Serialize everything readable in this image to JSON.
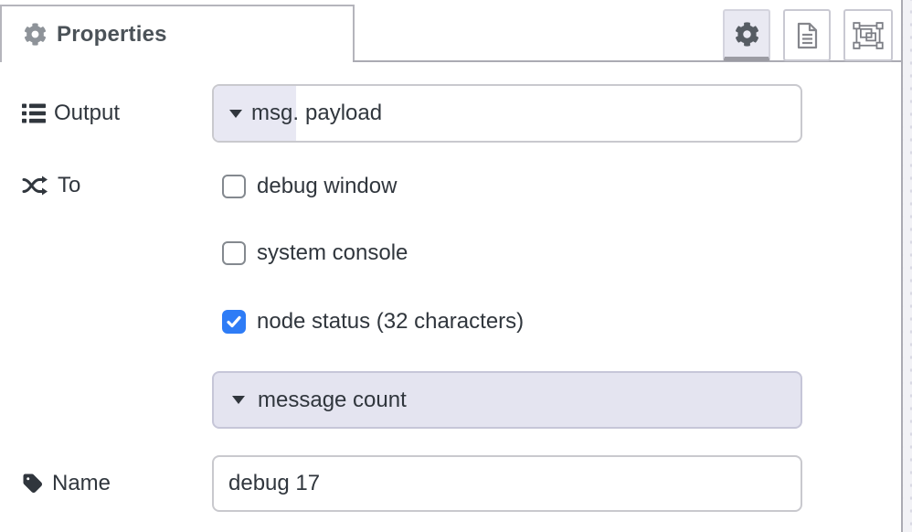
{
  "tab": {
    "title": "Properties"
  },
  "toolbar": {
    "buttons": [
      {
        "name": "properties",
        "icon": "gear-icon",
        "active": true
      },
      {
        "name": "description",
        "icon": "document-icon",
        "active": false
      },
      {
        "name": "appearance",
        "icon": "object-group-icon",
        "active": false
      }
    ]
  },
  "output": {
    "label": "Output",
    "icon": "list-icon",
    "prop_type": "msg.",
    "prop_value": "payload"
  },
  "to": {
    "label": "To",
    "icon": "shuffle-icon",
    "options": [
      {
        "label": "debug window",
        "checked": false
      },
      {
        "label": "system console",
        "checked": false
      },
      {
        "label": "node status (32 characters)",
        "checked": true
      }
    ]
  },
  "status_type": {
    "value": "message count"
  },
  "name_field": {
    "label": "Name",
    "icon": "tag-icon",
    "value": "debug 17"
  },
  "colors": {
    "checkbox_accent": "#2e7cf6",
    "typed_input_button_bg": "#e8e8f3",
    "select_bg": "#e4e4f0",
    "input_border": "#c9c9ce",
    "text": "#30363d",
    "tab_text": "#4b5258",
    "tab_border": "#b5b5bc",
    "divider": "#ababb3"
  }
}
